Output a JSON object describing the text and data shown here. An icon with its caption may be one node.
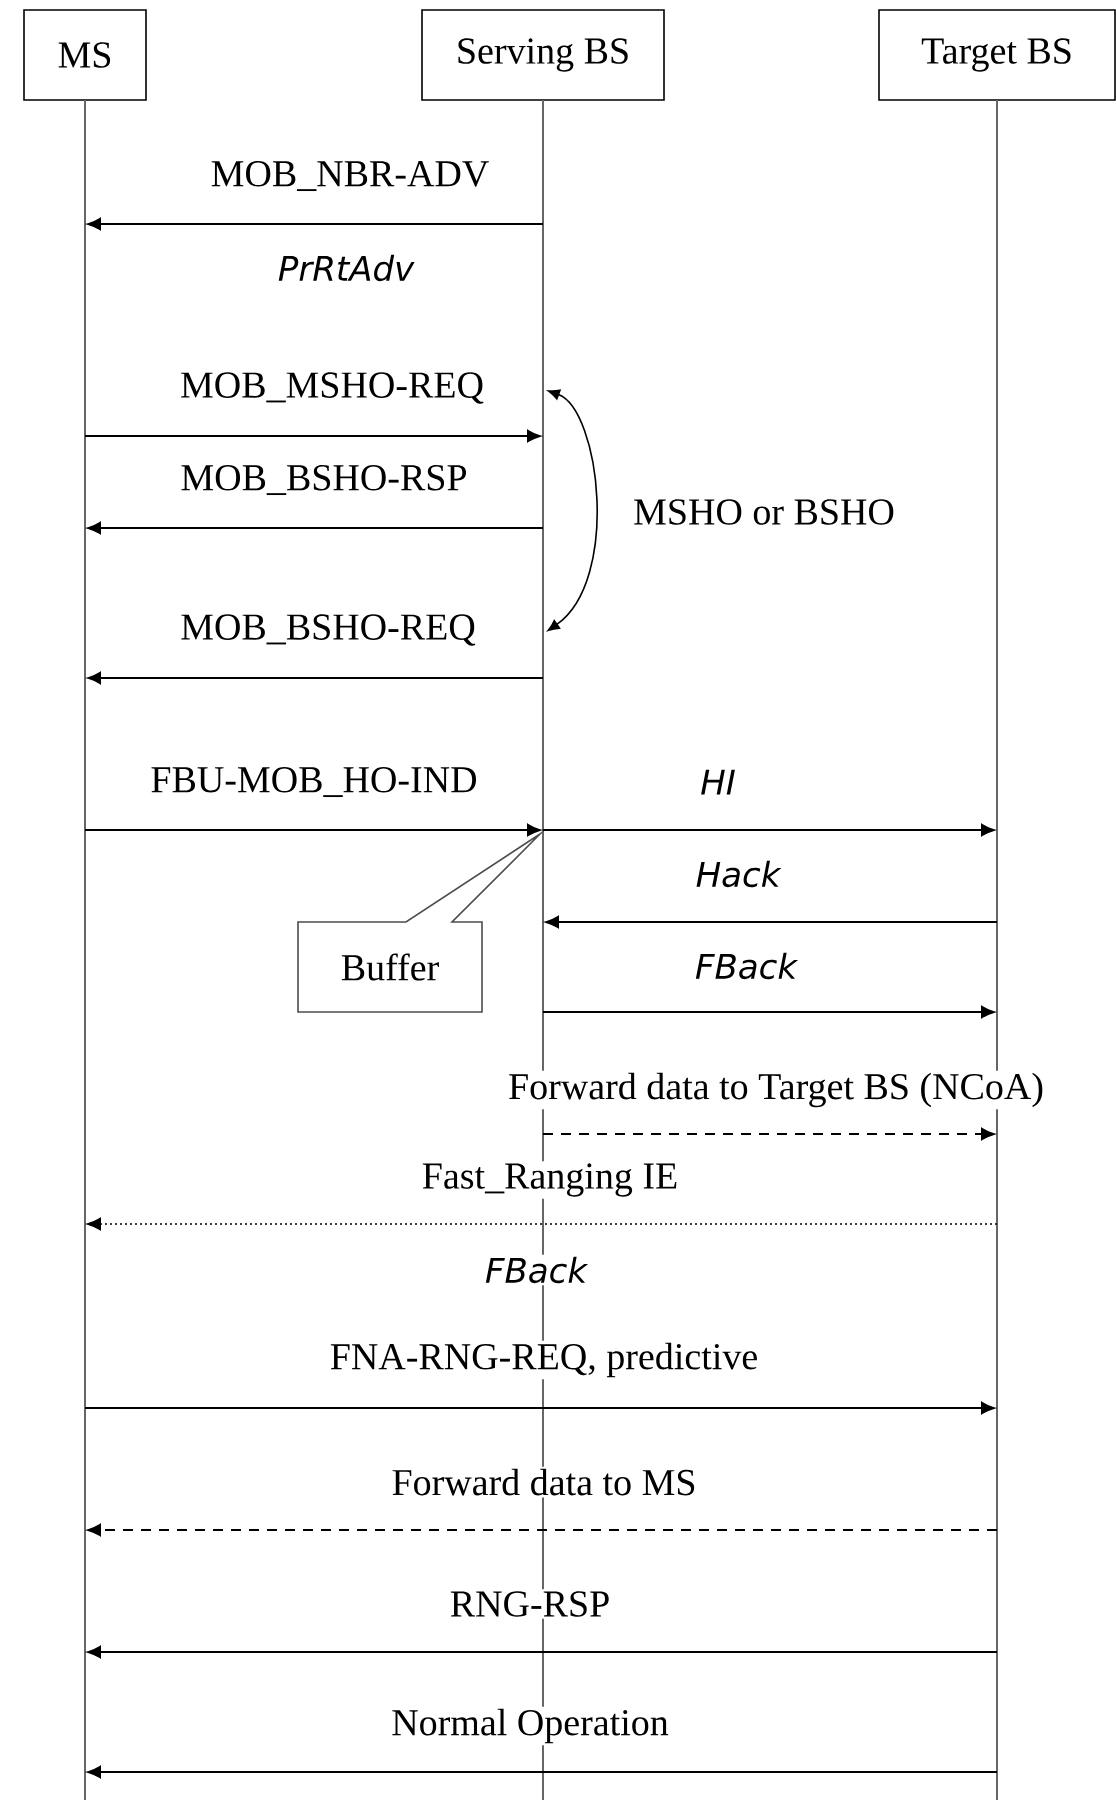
{
  "diagram": {
    "nodes": [
      {
        "text": [
          "MS"
        ]
      },
      {
        "text": [
          "Serving BS"
        ]
      },
      {
        "text": [
          "Target BS"
        ]
      },
      {
        "text": [],
        "shape": "line"
      },
      {
        "text": [],
        "shape": "line"
      },
      {
        "text": [],
        "shape": "line"
      },
      {
        "text": [
          "Buffer"
        ]
      }
    ],
    "edges": [
      {
        "from": 4,
        "to": 3,
        "arrow": "to",
        "label": "MOB_NBR-ADV"
      },
      {
        "from": 3,
        "to": 4,
        "arrow": "to",
        "label": "MOB_MSHO-REQ"
      },
      {
        "from": 4,
        "to": 3,
        "arrow": "to",
        "label": "MOB_BSHO-RSP"
      },
      {
        "from": 4,
        "to": 3,
        "arrow": "to",
        "label": "MOB_BSHO-REQ"
      },
      {
        "from": 3,
        "to": 4,
        "arrow": "to",
        "label": "FBU-MOB_HO-IND"
      },
      {
        "from": 4,
        "to": 5,
        "arrow": "to",
        "label": "HI"
      },
      {
        "from": 5,
        "to": 4,
        "arrow": "to",
        "label": "Hack"
      },
      {
        "from": 4,
        "to": 5,
        "arrow": "to",
        "label": "FBack"
      },
      {
        "from": 4,
        "to": 5,
        "arrow": "to",
        "label": "Forward data to Target BS (NCoA)",
        "style": "dashed"
      },
      {
        "from": 5,
        "to": 3,
        "arrow": "to",
        "label": "Fast_Ranging IE",
        "style": "dashed"
      },
      {
        "from": 3,
        "to": 5,
        "arrow": "to",
        "label": "FNA-RNG-REQ, predictive"
      },
      {
        "from": 5,
        "to": 3,
        "arrow": "to",
        "label": "Forward data to MS",
        "style": "dashed"
      },
      {
        "from": 5,
        "to": 3,
        "arrow": "to",
        "label": "RNG-RSP"
      },
      {
        "from": 5,
        "to": 3,
        "arrow": "to",
        "label": "Normal Operation"
      }
    ],
    "labels": [
      "PrRtAdv",
      "MSHO or BSHO",
      "FBack"
    ]
  }
}
